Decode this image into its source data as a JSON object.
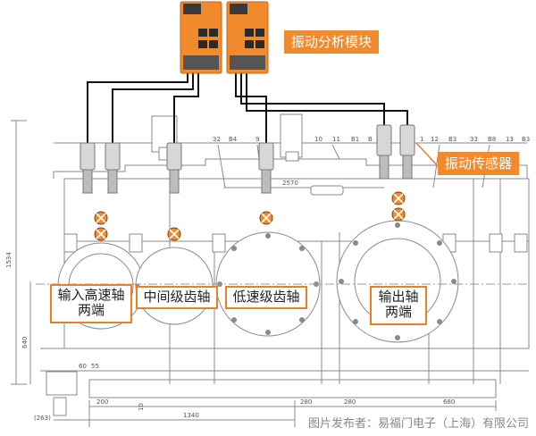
{
  "labels": {
    "module_label": "振动分析模块",
    "sensor_label": "振动传感器",
    "shaft_input": [
      "输入高速轴",
      "两端"
    ],
    "shaft_mid": "中间级齿轴",
    "shaft_low": "低速级齿轴",
    "shaft_output": [
      "输出轴",
      "两端"
    ]
  },
  "dimensions": {
    "d32": "32",
    "dB4": "B4",
    "d9": "9",
    "d10": "10",
    "d11": "11",
    "dB1": "B1",
    "dB": "B",
    "d1": "1",
    "d12": "12",
    "dB3": "B3",
    "d33": "33",
    "dB8": "B8",
    "d13": "13",
    "dB3b": "B3",
    "d2570": "2570",
    "d1534": "1534",
    "d640": "640",
    "d60": "60",
    "d55": "55",
    "d200": "200",
    "d10b": "10",
    "d1340": "1340",
    "d280a": "280",
    "d280b": "280",
    "d680": "680",
    "d263": "(263)"
  },
  "footer": {
    "credit": "图片发布者：易福门电子（上海）有限公司"
  },
  "colors": {
    "accent": "#ef7d22",
    "module": "#f08a2c",
    "line": "#8a8a8a",
    "cable": "#111111"
  }
}
